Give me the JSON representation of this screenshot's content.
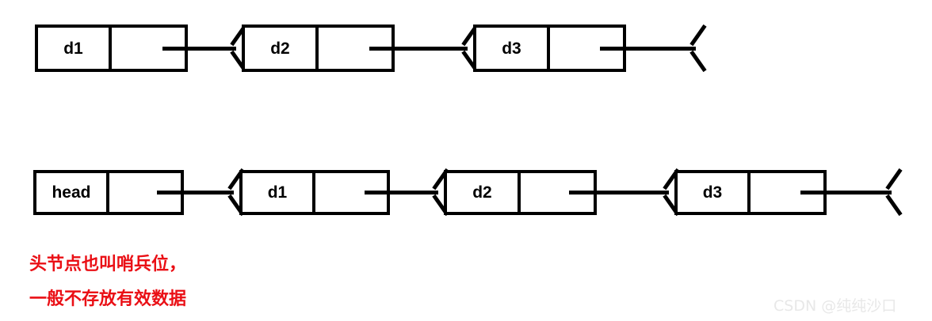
{
  "diagram": {
    "title": "singly-linked-list-with-sentinel-head",
    "stroke_color": "#000000",
    "background_color": "#ffffff",
    "annotation_color": "#ea0f15",
    "watermark_color": "#e8e8e8",
    "rows": [
      {
        "id": "row-without-head",
        "nodes": [
          {
            "label": "d1"
          },
          {
            "label": "d2"
          },
          {
            "label": "d3"
          }
        ]
      },
      {
        "id": "row-with-head",
        "nodes": [
          {
            "label": "head"
          },
          {
            "label": "d1"
          },
          {
            "label": "d2"
          },
          {
            "label": "d3"
          }
        ]
      }
    ],
    "annotation": {
      "line1": "头节点也叫哨兵位，",
      "line2": "一般不存放有效数据"
    },
    "watermark": {
      "text": "CSDN @纯纯沙口"
    }
  }
}
